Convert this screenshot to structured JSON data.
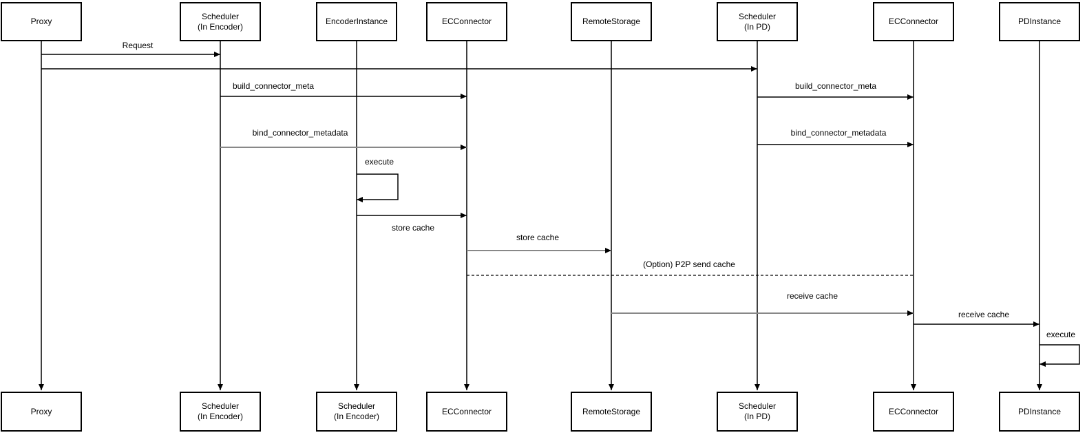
{
  "actors_top": [
    {
      "line1": "Proxy",
      "line2": ""
    },
    {
      "line1": "Scheduler",
      "line2": "(In Encoder)"
    },
    {
      "line1": "EncoderInstance",
      "line2": ""
    },
    {
      "line1": "ECConnector",
      "line2": ""
    },
    {
      "line1": "RemoteStorage",
      "line2": ""
    },
    {
      "line1": "Scheduler",
      "line2": "(In PD)"
    },
    {
      "line1": "ECConnector",
      "line2": ""
    },
    {
      "line1": "PDInstance",
      "line2": ""
    }
  ],
  "actors_bottom": [
    {
      "line1": "Proxy",
      "line2": ""
    },
    {
      "line1": "Scheduler",
      "line2": "(In Encoder)"
    },
    {
      "line1": "Scheduler",
      "line2": "(In Encoder)"
    },
    {
      "line1": "ECConnector",
      "line2": ""
    },
    {
      "line1": "RemoteStorage",
      "line2": ""
    },
    {
      "line1": "Scheduler",
      "line2": "(In PD)"
    },
    {
      "line1": "ECConnector",
      "line2": ""
    },
    {
      "line1": "PDInstance",
      "line2": ""
    }
  ],
  "messages": {
    "request": {
      "label": "Request",
      "from": "Proxy",
      "to": "Scheduler (In Encoder)"
    },
    "proxy_to_pd": {
      "label": "",
      "from": "Proxy",
      "to": "Scheduler (In PD)"
    },
    "build_connector_meta_left": {
      "label": "build_connector_meta",
      "from": "Scheduler (In Encoder)",
      "to": "ECConnector"
    },
    "bind_connector_metadata_left": {
      "label": "bind_connector_metadata",
      "from": "Scheduler (In Encoder)",
      "to": "ECConnector"
    },
    "build_connector_meta_right": {
      "label": "build_connector_meta",
      "from": "Scheduler (In PD)",
      "to": "ECConnector"
    },
    "bind_connector_metadata_right": {
      "label": "bind_connector_metadata",
      "from": "Scheduler (In PD)",
      "to": "ECConnector"
    },
    "execute_encoder": {
      "label": "execute",
      "from": "EncoderInstance",
      "to": "EncoderInstance"
    },
    "store_cache_encoder": {
      "label": "store cache",
      "from": "EncoderInstance",
      "to": "ECConnector"
    },
    "store_cache_remote": {
      "label": "store cache",
      "from": "ECConnector",
      "to": "RemoteStorage"
    },
    "p2p_send_cache": {
      "label": "(Option) P2P send cache",
      "from": "ECConnector",
      "to": "ECConnector"
    },
    "receive_cache_left": {
      "label": "receive cache",
      "from": "RemoteStorage",
      "to": "ECConnector"
    },
    "receive_cache_right": {
      "label": "receive cache",
      "from": "ECConnector",
      "to": "PDInstance"
    },
    "execute_pd": {
      "label": "execute",
      "from": "PDInstance",
      "to": "PDInstance"
    }
  },
  "colors": {
    "line": "#000000",
    "muted_line": "#888888",
    "box_border": "#000000",
    "box_fill": "#ffffff",
    "background": "#ffffff"
  }
}
